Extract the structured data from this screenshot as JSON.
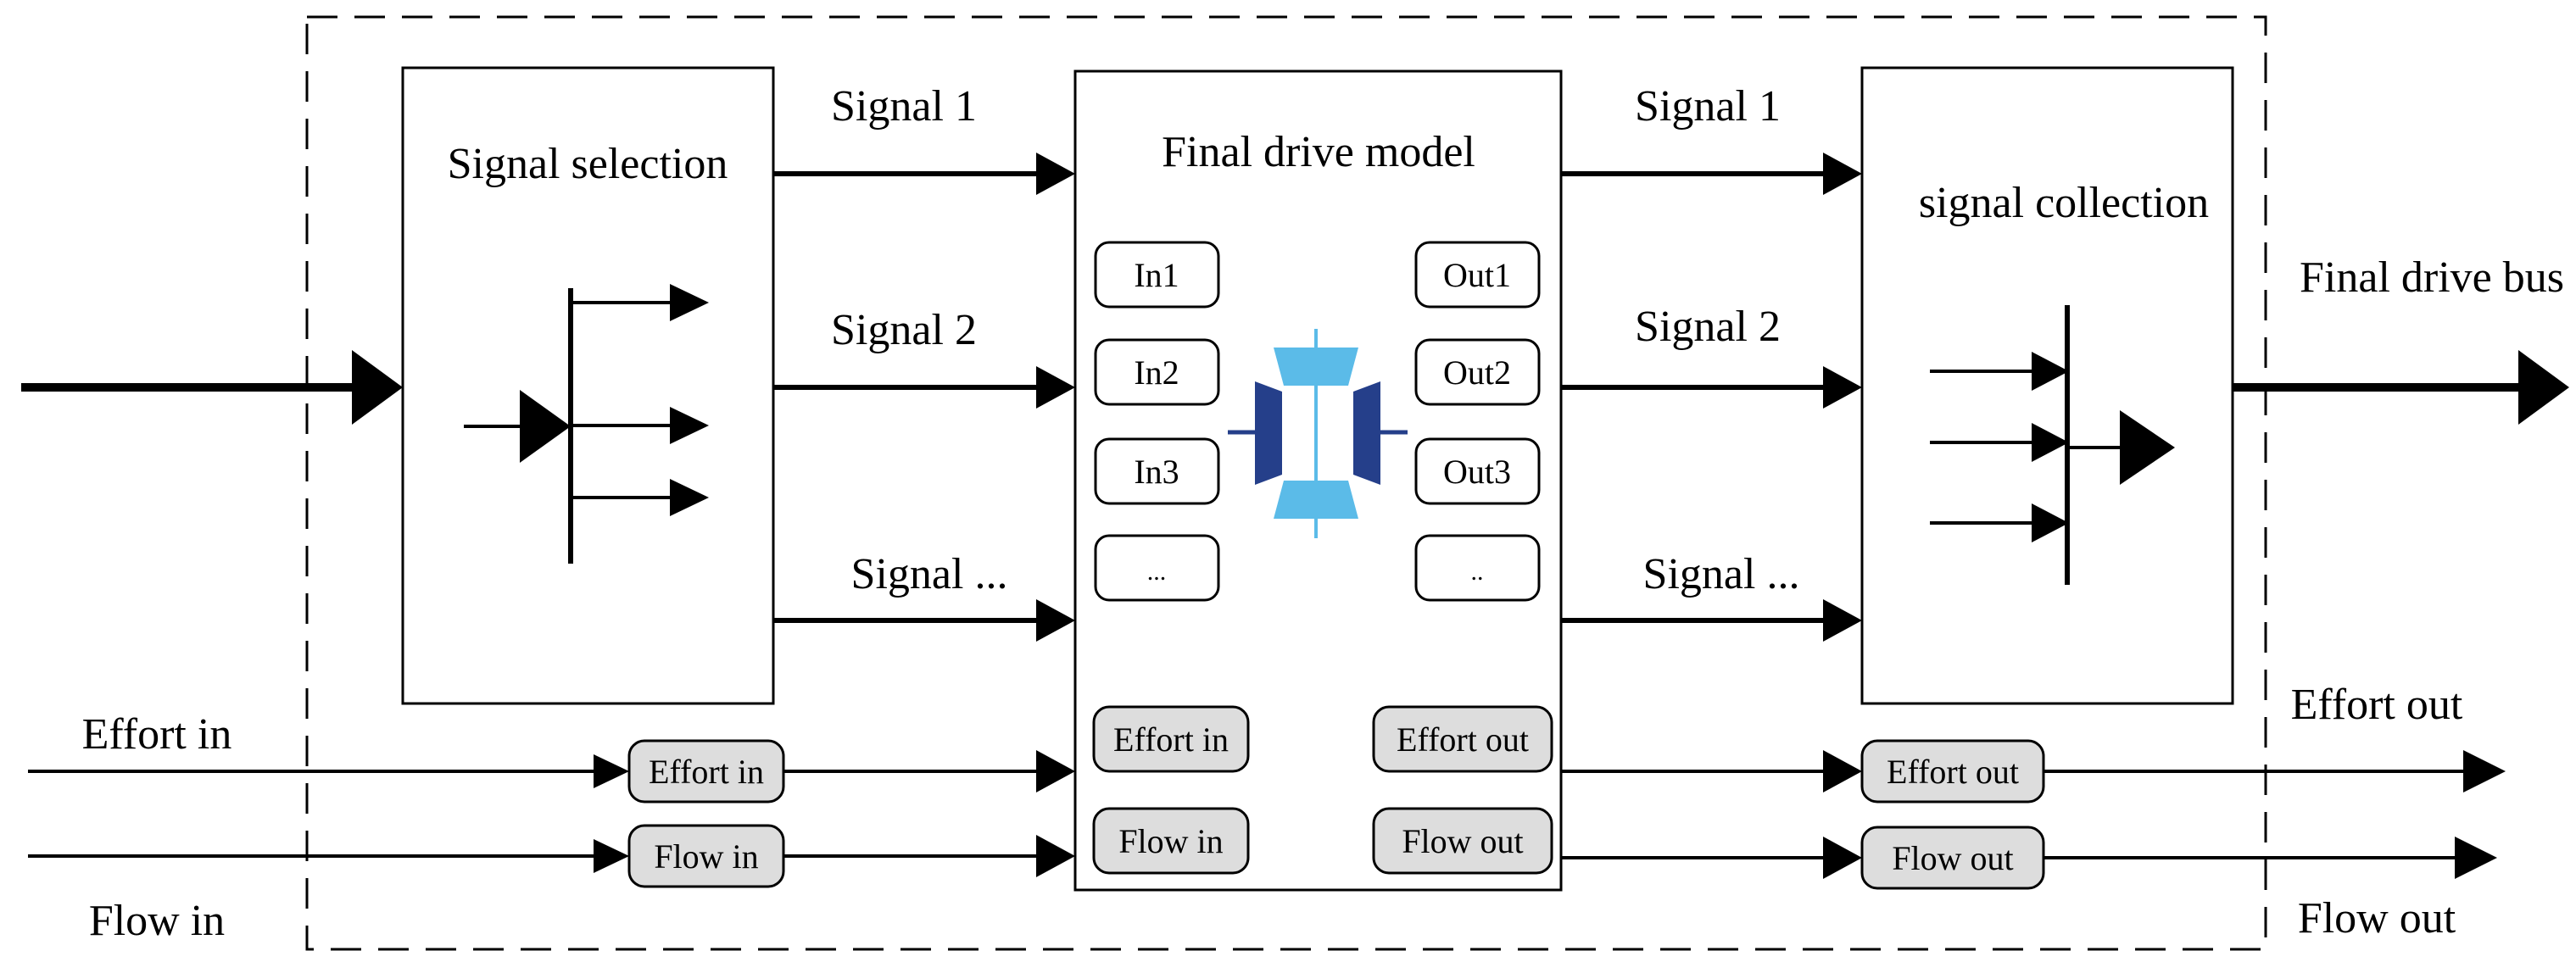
{
  "colors": {
    "line": "#000000",
    "pill_gray": "#dddddd",
    "gear_light": "#5bbbe8",
    "gear_dark": "#253f8a"
  },
  "blocks": {
    "selection": {
      "title": "Signal selection"
    },
    "model": {
      "title": "Final drive model"
    },
    "collection": {
      "title": "signal collection"
    }
  },
  "signals_left": [
    "Signal 1",
    "Signal 2",
    "Signal ..."
  ],
  "signals_right": [
    "Signal 1",
    "Signal 2",
    "Signal ..."
  ],
  "model_ports": {
    "inputs": [
      "In1",
      "In2",
      "In3",
      "..."
    ],
    "outputs": [
      "Out1",
      "Out2",
      "Out3",
      ".."
    ],
    "effort_in": "Effort in",
    "flow_in": "Flow in",
    "effort_out": "Effort out",
    "flow_out": "Flow out"
  },
  "connectors": {
    "effort_in": "Effort in",
    "flow_in": "Flow in",
    "effort_out": "Effort out",
    "flow_out": "Flow out"
  },
  "external": {
    "effort_in": "Effort in",
    "flow_in": "Flow in",
    "effort_out": "Effort out",
    "flow_out": "Flow out",
    "bus": "Final drive bus"
  },
  "icons": {
    "gear": "final-drive-gear-icon"
  }
}
